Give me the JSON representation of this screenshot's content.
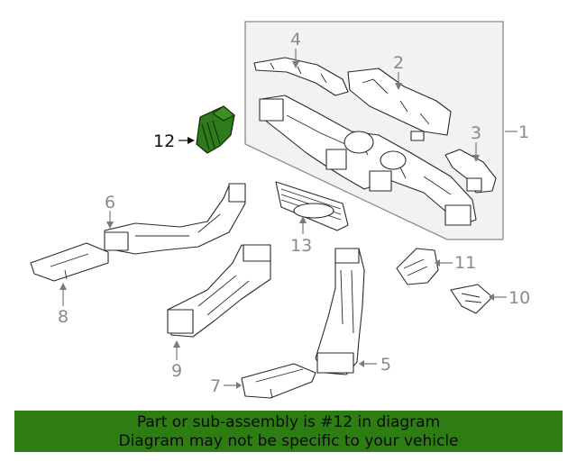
{
  "callouts": {
    "c1": "1",
    "c2": "2",
    "c3": "3",
    "c4": "4",
    "c5": "5",
    "c6": "6",
    "c7": "7",
    "c8": "8",
    "c9": "9",
    "c10": "10",
    "c11": "11",
    "c12": "12",
    "c13": "13"
  },
  "highlighted_part": "12",
  "colors": {
    "highlight_fill": "#2f7a1a",
    "banner_bg": "#2d7d13",
    "frame_fill": "#f2f2f2"
  },
  "banner": {
    "line1": "Part or sub-assembly is #12 in diagram",
    "line2": "Diagram may not be specific to your vehicle"
  }
}
